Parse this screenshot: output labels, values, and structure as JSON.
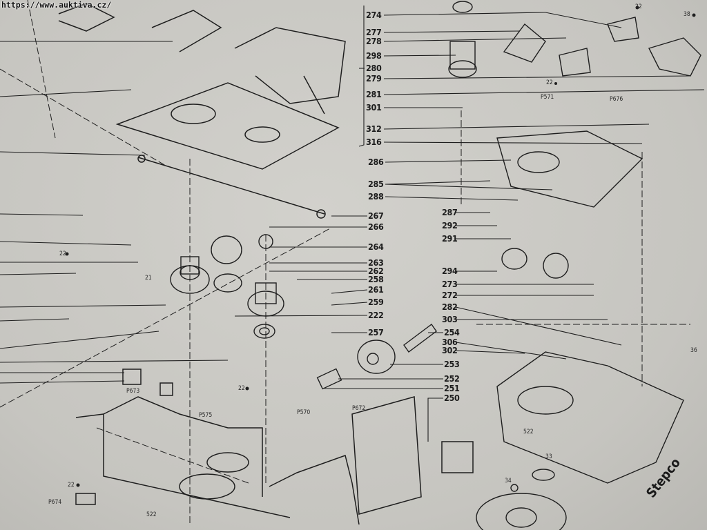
{
  "source_url": "https://www.auktiva.cz/",
  "watermark": "Stepco",
  "part_numbers": {
    "upper": [
      "274",
      "277",
      "278",
      "298",
      "280",
      "279",
      "281",
      "301",
      "312",
      "316"
    ],
    "center": [
      "286",
      "285",
      "288"
    ],
    "left_group": [
      "267",
      "266",
      "264",
      "263",
      "262",
      "258",
      "261",
      "259",
      "222",
      "257"
    ],
    "motor_group": [
      "254",
      "253",
      "252",
      "251",
      "250"
    ],
    "right_group": [
      "287",
      "292",
      "291",
      "294",
      "273",
      "272",
      "282",
      "303",
      "306",
      "302"
    ]
  },
  "small_labels": {
    "screw_22_a": "22",
    "screw_38": "38",
    "screw_22_b": "22",
    "p571": "P571",
    "p676": "P676",
    "screw_36": "36",
    "ref_33": "33",
    "ref_34": "34",
    "chassis_522_right": "522",
    "screw_22_c": "22",
    "ref_21": "21",
    "p673": "P673",
    "screw_22_d": "22",
    "p575": "P575",
    "p570": "P570",
    "p672": "P672",
    "screw_22_e": "22",
    "p674": "P674",
    "chassis_522_left": "522"
  }
}
